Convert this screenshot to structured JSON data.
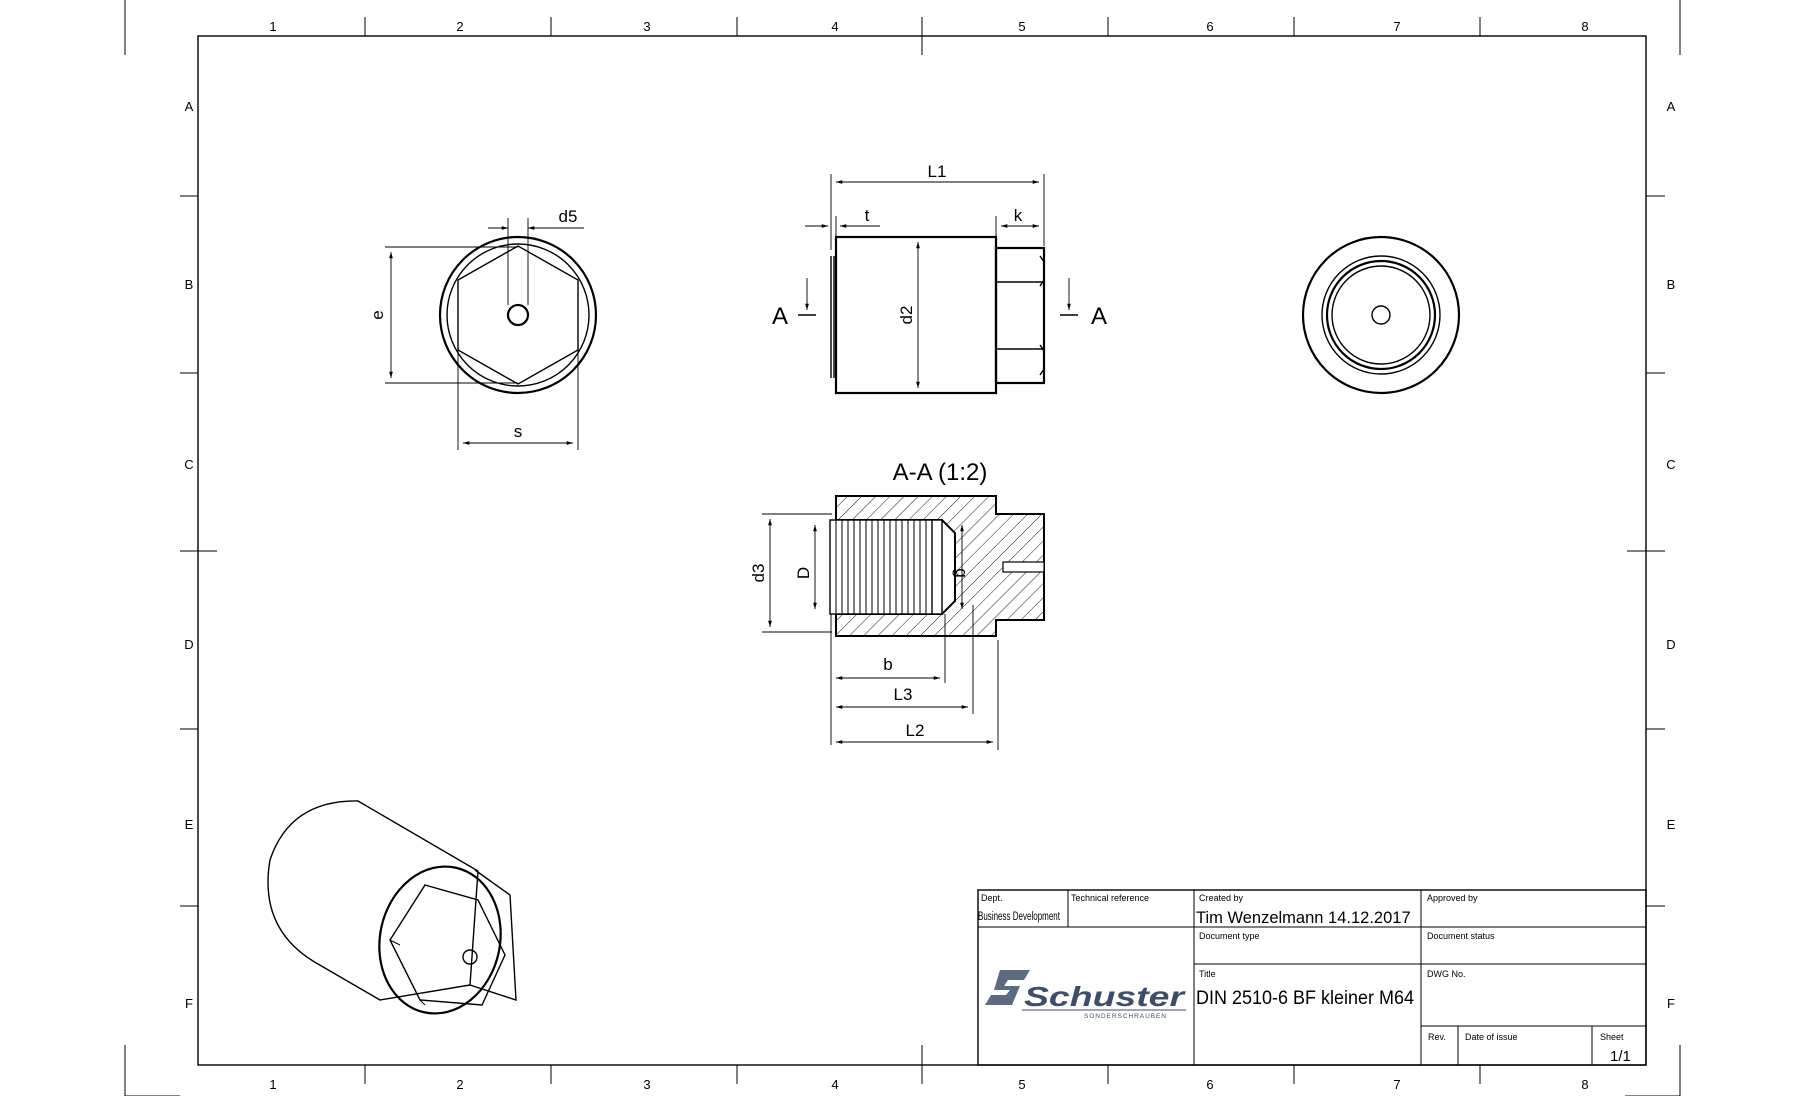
{
  "frame": {
    "columns": [
      "1",
      "2",
      "3",
      "4",
      "5",
      "6",
      "7",
      "8"
    ],
    "rows": [
      "A",
      "B",
      "C",
      "D",
      "E",
      "F"
    ]
  },
  "views": {
    "front_dims": {
      "d5": "d5",
      "e": "e",
      "s": "s"
    },
    "side_dims": {
      "L1": "L1",
      "t": "t",
      "k": "k",
      "d2": "d2",
      "section_mark": "A"
    },
    "section": {
      "title": "A-A (1:2)",
      "d3": "d3",
      "D": "D",
      "g": "g",
      "b": "b",
      "L3": "L3",
      "L2": "L2"
    }
  },
  "title_block": {
    "dept_label": "Dept.",
    "dept_value": "Business Development",
    "tech_ref_label": "Technical reference",
    "created_by_label": "Created by",
    "created_by_value": "Tim Wenzelmann 14.12.2017",
    "approved_by_label": "Approved by",
    "document_type_label": "Document type",
    "document_status_label": "Document status",
    "title_label": "Title",
    "title_value": "DIN 2510-6 BF kleiner M64",
    "dwg_no_label": "DWG No.",
    "rev_label": "Rev.",
    "date_of_issue_label": "Date of issue",
    "sheet_label": "Sheet",
    "sheet_value": "1/1",
    "logo_text": "Schuster",
    "logo_subtext": "SONDERSCHRAUBEN"
  }
}
